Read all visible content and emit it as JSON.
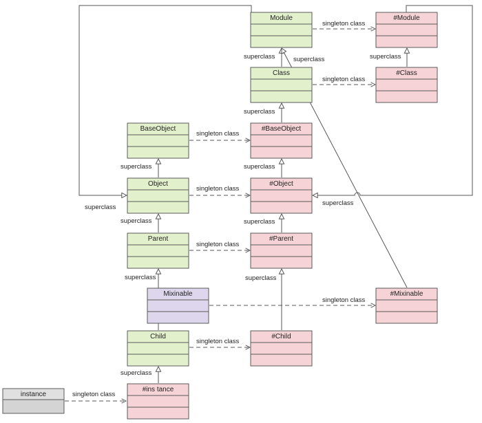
{
  "colors": {
    "green": "#e3f0cc",
    "red": "#f6d3d6",
    "purple": "#ddd6ec",
    "gray": "#e0e0e0",
    "line": "#555555"
  },
  "classes": {
    "module": "Module",
    "class": "Class",
    "base_object": "BaseObject",
    "object": "Object",
    "parent": "Parent",
    "mixinable": "Mixinable",
    "child": "Child",
    "instance_singleton": "#ins tance",
    "meta_module": "#Module",
    "meta_class": "#Class",
    "meta_base_object": "#BaseObject",
    "meta_object": "#Object",
    "meta_parent": "#Parent",
    "meta_mixinable": "#Mixinable",
    "meta_child": "#Child",
    "instance": "instance"
  },
  "labels": {
    "superclass": "superclass",
    "singleton_class": "singleton class"
  }
}
